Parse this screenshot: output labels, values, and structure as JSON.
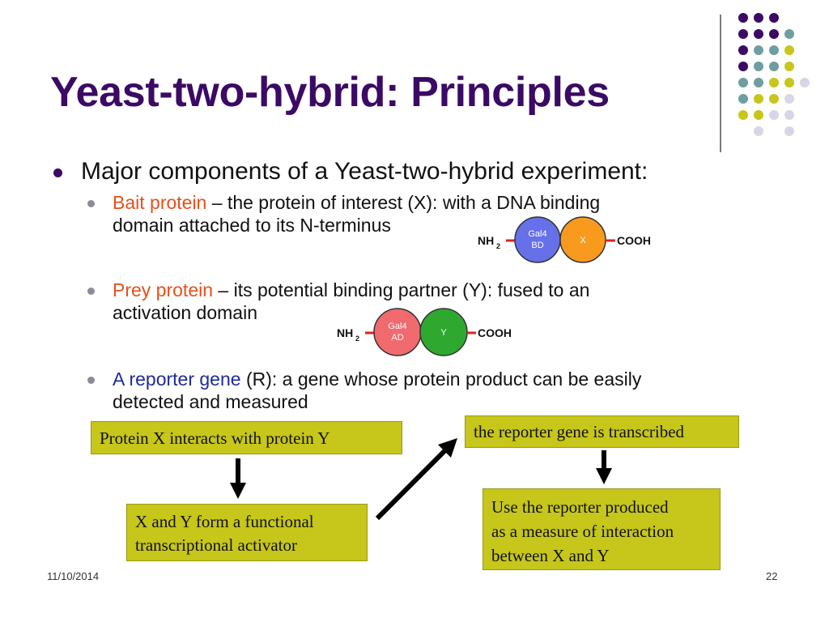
{
  "slide": {
    "title": "Yeast-two-hybrid: Principles",
    "main_bullet": "Major components of a Yeast-two-hybrid experiment:",
    "sub_bullets": [
      {
        "highlight": "Bait protein",
        "rest_line1": " – the protein of interest (X): with a DNA binding",
        "line2": "domain attached to its N-terminus"
      },
      {
        "highlight": "Prey protein",
        "rest_line1": " – its potential binding partner (Y): fused to an",
        "line2": "activation domain"
      },
      {
        "highlight": "A reporter gene",
        "rest_line1": " (R): a gene whose protein product can be easily",
        "line2": "detected and measured"
      }
    ],
    "date": "11/10/2014",
    "page_number": "22"
  },
  "bait_diagram": {
    "nh2": "NH",
    "sub2": "2",
    "domain_l1": "Gal4",
    "domain_l2": "BD",
    "protein": "X",
    "cooh": "COOH"
  },
  "prey_diagram": {
    "nh2": "NH",
    "sub2": "2",
    "domain_l1": "Gal4",
    "domain_l2": "AD",
    "protein": "Y",
    "cooh": "COOH"
  },
  "flow": {
    "box1": "Protein X interacts with protein Y",
    "box2_l1": "X and Y form a functional",
    "box2_l2": "transcriptional activator",
    "box3": "the reporter gene is transcribed",
    "box4_l1": "Use the reporter produced",
    "box4_l2": "as a measure of interaction",
    "box4_l3": "between X and Y"
  },
  "colors": {
    "title": "#3b0a64",
    "highlight_orange": "#e8501c",
    "highlight_blue": "#1e2a9c",
    "box_fill": "#c7c61a",
    "bd_blue": "#6670e8",
    "x_orange": "#f89a1e",
    "ad_red": "#f06a6e",
    "y_green": "#2fa82f"
  }
}
